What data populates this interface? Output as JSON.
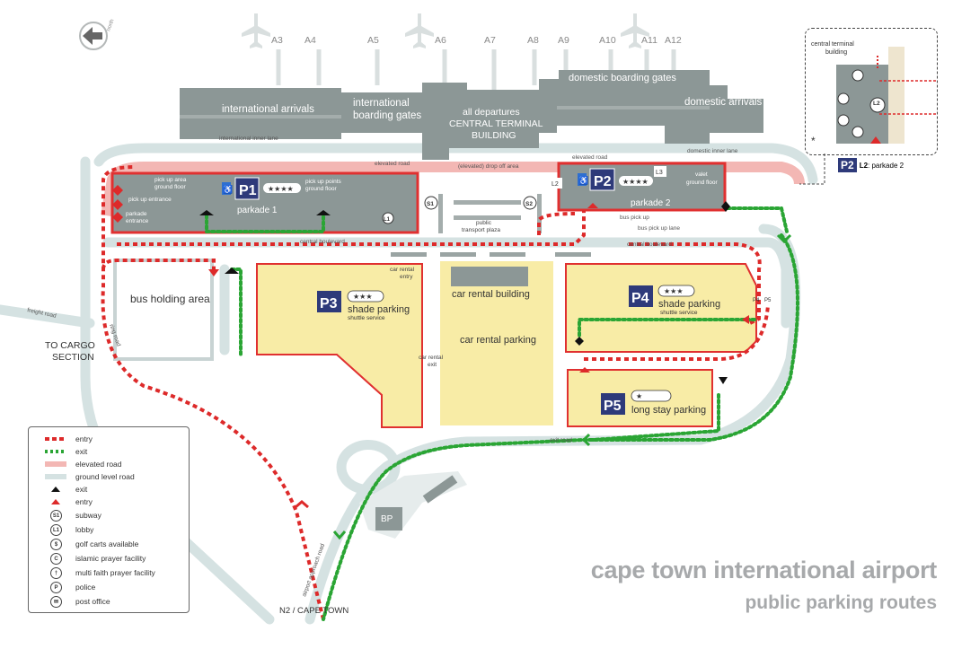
{
  "gates": [
    "A3",
    "A4",
    "A5",
    "A6",
    "A7",
    "A8",
    "A9",
    "A10",
    "A11",
    "A12"
  ],
  "buildings": {
    "intl_arrivals": "international arrivals",
    "intl_boarding_1": "international",
    "intl_boarding_2": "boarding gates",
    "all_departures": "all departures",
    "central_1": "CENTRAL TERMINAL",
    "central_2": "BUILDING",
    "dom_gates": "domestic boarding gates",
    "dom_arrivals": "domestic arrivals"
  },
  "roads": {
    "intl_inner": "international inner lane",
    "dom_inner": "domestic inner lane",
    "elevated_left": "elevated road",
    "elevated_right": "elevated road",
    "dropoff": "(elevated) drop off area",
    "central_blvd_left": "central boulevard",
    "central_blvd_right": "central boulevard",
    "bus_pickup": "bus pick up",
    "bus_pickup_lane": "bus pick up lane",
    "exit_road": "exit road",
    "freight": "freight road",
    "ring": "ring road",
    "approach": "airport approach road"
  },
  "p1": {
    "badge": "P1",
    "name": "parkade 1",
    "pickup_area_1": "pick up area",
    "pickup_area_2": "ground floor",
    "pickup_pts_1": "pick up points",
    "pickup_pts_2": "ground floor",
    "pickup_entrance": "pick up entrance",
    "parkade_entrance_1": "parkade",
    "parkade_entrance_2": "entrance",
    "stars": "★★★★",
    "lobby": "L1",
    "disabled": "♿"
  },
  "p2": {
    "badge": "P2",
    "name": "parkade 2",
    "stars": "★★★★",
    "valet_1": "valet",
    "valet_2": "ground floor",
    "l2": "L2",
    "l3": "L3",
    "asterisk": "*",
    "disabled": "♿"
  },
  "p3": {
    "badge": "P3",
    "stars": "★★★",
    "title": "shade parking",
    "sub": "shuttle service"
  },
  "p4": {
    "badge": "P4",
    "stars": "★★★",
    "title": "shade parking",
    "sub": "shuttle service",
    "p4": "P4",
    "p5": "P5"
  },
  "p5": {
    "badge": "P5",
    "stars": "★",
    "title": "long stay parking"
  },
  "places": {
    "subway1": "S1",
    "subway2": "S2",
    "transport_1": "public",
    "transport_2": "transport plaza",
    "bus_holding": "bus holding area",
    "car_rental_entry_1": "car rental",
    "car_rental_entry_2": "entry",
    "car_rental_building": "car rental building",
    "car_rental_parking": "car rental parking",
    "car_rental_exit_1": "car rental",
    "car_rental_exit_2": "exit",
    "cargo_1": "TO CARGO",
    "cargo_2": "SECTION",
    "bp": "BP",
    "n2": "N2  / CAPE TOWN",
    "north": "north"
  },
  "legend": {
    "entry": "entry",
    "exit": "exit",
    "elevated": "elevated road",
    "ground": "ground level road",
    "exit_arrow": "exit",
    "entry_arrow": "entry",
    "subway": "subway",
    "lobby": "lobby",
    "golf": "golf carts available",
    "islamic": "islamic prayer facility",
    "multi": "multi faith prayer facility",
    "police": "police",
    "post": "post office",
    "sym_subway": "S1",
    "sym_lobby": "L1",
    "sym_golf": "$",
    "sym_islamic": "C",
    "sym_multi": "†",
    "sym_police": "P",
    "sym_post": "✉"
  },
  "inset": {
    "central_1": "central terminal",
    "central_2": "building",
    "l2": "L2",
    "asterisk": "*",
    "badge": "P2",
    "caption_bold": "L2",
    "caption": ": parkade 2"
  },
  "title": {
    "line1": "cape town international airport",
    "line2": "public parking routes"
  },
  "colors": {
    "building": "#8c9796",
    "parking_fill": "#f8eca6",
    "parking_border": "#e03030",
    "entry": "#dd2a2a",
    "exit": "#2aa534",
    "elevated": "#f3b7b4",
    "ground_road": "#d5e2e2",
    "badge": "#2e3a7a"
  }
}
